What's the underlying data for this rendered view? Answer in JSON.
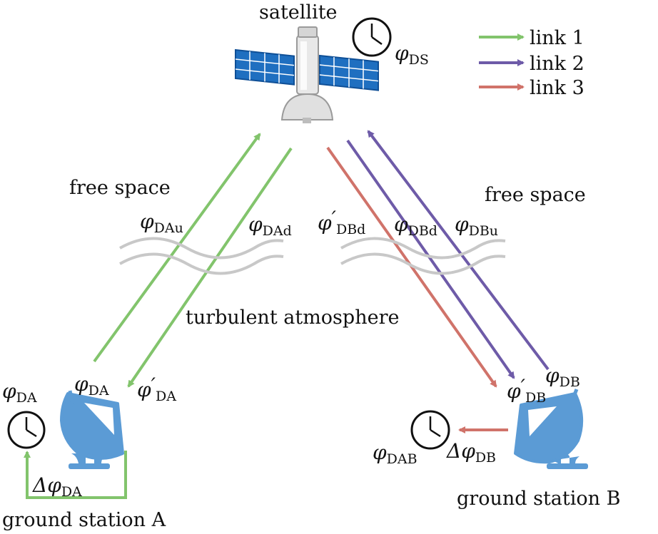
{
  "labels": {
    "satellite": "satellite",
    "free_space": "free space",
    "turbulent_atmosphere": "turbulent atmosphere",
    "ground_station_a": "ground station A",
    "ground_station_b": "ground station B"
  },
  "legend": [
    {
      "label": "link 1",
      "color": "#82c46c"
    },
    {
      "label": "link 2",
      "color": "#6e5ba8"
    },
    {
      "label": "link 3",
      "color": "#d0736a"
    }
  ],
  "symbols": {
    "phi_ds": {
      "base": "φ",
      "prime": "",
      "sub": "DS"
    },
    "phi_da_left": {
      "base": "φ",
      "prime": "",
      "sub": "DA"
    },
    "phi_da": {
      "base": "φ",
      "prime": "",
      "sub": "DA"
    },
    "phi_da_prime": {
      "base": "φ",
      "prime": "′",
      "sub": "DA"
    },
    "phi_db": {
      "base": "φ",
      "prime": "",
      "sub": "DB"
    },
    "phi_db_prime": {
      "base": "φ",
      "prime": "′",
      "sub": "DB"
    },
    "phi_dab": {
      "base": "φ",
      "prime": "",
      "sub": "DAB"
    },
    "varphi_dau": {
      "base": "φ",
      "prime": "",
      "sub": "DAu"
    },
    "varphi_dad": {
      "base": "φ",
      "prime": "",
      "sub": "DAd"
    },
    "varphi_dbd_prime": {
      "base": "φ",
      "prime": "′",
      "sub": "DBd"
    },
    "varphi_dbd": {
      "base": "φ",
      "prime": "",
      "sub": "DBd"
    },
    "varphi_dbu": {
      "base": "φ",
      "prime": "",
      "sub": "DBu"
    },
    "delta_varphi_da": {
      "base": "Δφ",
      "prime": "",
      "sub": "DA"
    },
    "delta_varphi_db": {
      "base": "Δφ",
      "prime": "",
      "sub": "DB"
    }
  },
  "colors": {
    "link1": "#82c46c",
    "link2": "#6e5ba8",
    "link3": "#d0736a",
    "dish": "#5b9bd5",
    "turbulence": "#c8c8c8",
    "panel": "#1f6fc0"
  }
}
